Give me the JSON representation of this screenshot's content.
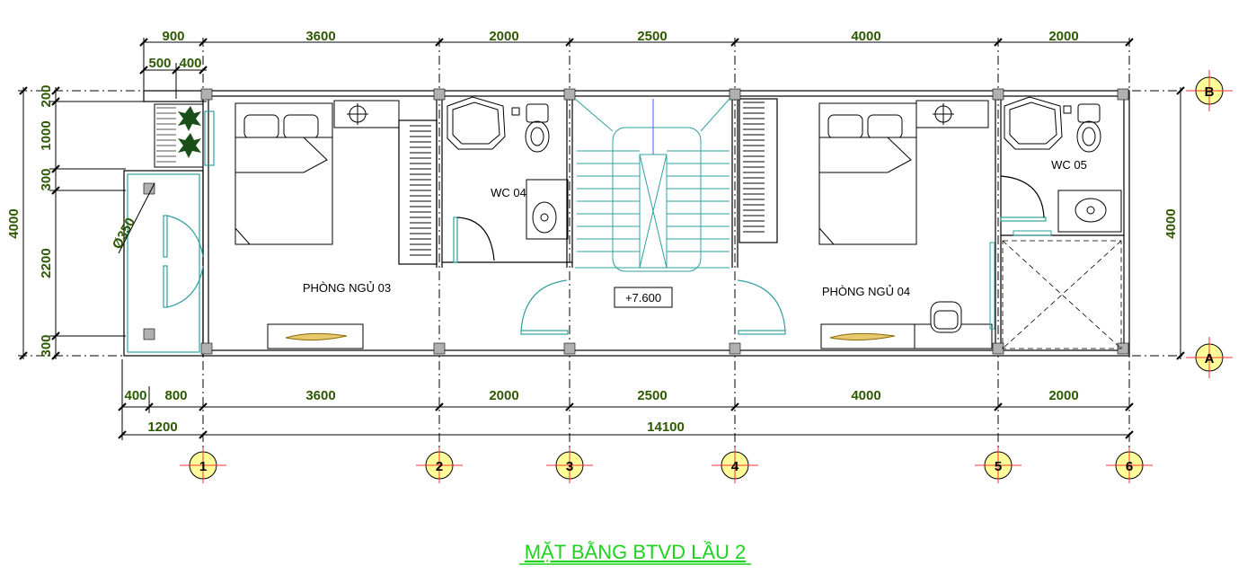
{
  "title": "MẶT BẰNG BTVD LẦU 2",
  "dims_top_1": [
    "900",
    "3600",
    "2000",
    "2500",
    "4000",
    "2000"
  ],
  "dims_top_2": [
    "500",
    "400"
  ],
  "dims_bottom_1": [
    "400",
    "800",
    "3600",
    "2000",
    "2500",
    "4000",
    "2000"
  ],
  "dims_bottom_2": [
    "1200",
    "14100"
  ],
  "dims_left_1": [
    "200",
    "1000",
    "300",
    "2200",
    "300"
  ],
  "dims_left_2": "4000",
  "dims_right": "4000",
  "pipe_label": "Ø350",
  "rooms": {
    "bedroom_3": "PHÒNG NGỦ 03",
    "bedroom_4": "PHÒNG NGỦ 04",
    "wc_4": "WC 04",
    "wc_5": "WC 05"
  },
  "elevation": "+7.600",
  "axes_x": [
    "1",
    "2",
    "3",
    "4",
    "5",
    "6"
  ],
  "axes_y": [
    "B",
    "A"
  ],
  "colors": {
    "dim": "#2d5a00",
    "title": "#1fd21f",
    "axis_bubble": "#ffff99",
    "axis_cross": "#ff3030",
    "wall": "#000000",
    "glass": "#2fa0a0"
  }
}
